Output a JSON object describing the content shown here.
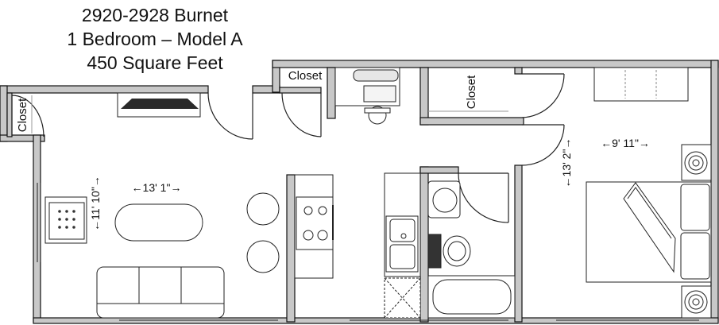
{
  "title": {
    "line1": "2920-2928 Burnet",
    "line2": "1 Bedroom – Model A",
    "line3": "450 Square Feet"
  },
  "rooms": {
    "closet_left": "Closet",
    "closet_top": "Closet",
    "closet_center": "Closet"
  },
  "dimensions": {
    "living_width": "←13' 1\"→",
    "living_depth": "←11' 10\"→",
    "bedroom_width": "←9' 11\"→",
    "bedroom_depth": "←13' 2\"→"
  },
  "colors": {
    "wall_fill": "#c8c8c8",
    "wall_stroke": "#111111",
    "line": "#222222"
  }
}
